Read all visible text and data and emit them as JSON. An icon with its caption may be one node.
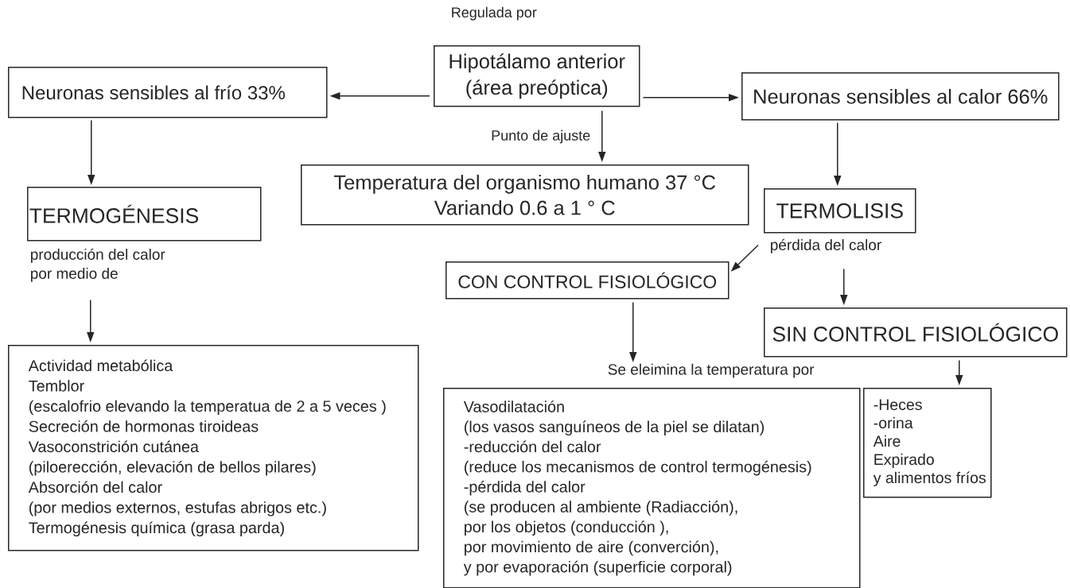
{
  "diagram": {
    "nodes": [
      {
        "text": [
          "Hipotálamo anterior",
          "(área preóptica)"
        ]
      },
      {
        "text": [
          "Neuronas sensibles al frío 33%"
        ]
      },
      {
        "text": [
          "Neuronas sensibles al calor 66%"
        ]
      },
      {
        "text": [
          "Temperatura del organismo humano 37 °C",
          "Variando 0.6 a 1 ° C"
        ]
      },
      {
        "text": [
          "TERMOGÉNESIS"
        ],
        "beside": [
          "producción del calor por medio de"
        ]
      },
      {
        "text": [
          "TERMOLISIS"
        ],
        "beside": [
          "pérdida del calor"
        ]
      },
      {
        "text": [
          "CON CONTROL FISIOLÓGICO"
        ]
      },
      {
        "text": [
          "SIN CONTROL FISIOLÓGICO"
        ]
      },
      {
        "text": [
          "Actividad metabólica",
          "Temblor",
          "(escalofrio elevando la temperatua de 2 a 5 veces )",
          "Secreción de hormonas tiroideas",
          "Vasoconstrición cutánea",
          "(piloerección, elevación de bellos pilares)",
          "Absorción del calor",
          "(por medios externos, estufas abrigos etc.)",
          "Termogénesis química (grasa parda)"
        ]
      },
      {
        "text": [
          "Vasodilatación",
          "(los vasos sanguíneos de la piel se dilatan)",
          "-reducción del calor",
          "(reduce los mecanismos de control termogénesis)",
          "-pérdida del calor",
          "(se producen al ambiente (Radiacción),",
          "por los objetos (conducción ),",
          "por movimiento de aire (converción),",
          "y por evaporación (superficie corporal)"
        ],
        "beside": [
          "Se eleimina la temperatura por"
        ]
      },
      {
        "text": [
          "-Heces",
          "-orina",
          "Aire",
          "Expirado",
          "y alimentos fríos"
        ]
      }
    ],
    "edges": [
      {
        "from": 0,
        "to": 1,
        "arrow": "to"
      },
      {
        "from": 0,
        "to": 2,
        "arrow": "to"
      },
      {
        "from": 0,
        "to": 3,
        "arrow": "to",
        "label": "Punto de ajuste"
      },
      {
        "from": 1,
        "to": 4,
        "arrow": "to"
      },
      {
        "from": 2,
        "to": 5,
        "arrow": "to"
      },
      {
        "from": 4,
        "to": 8,
        "arrow": "to"
      },
      {
        "from": 5,
        "to": 6,
        "arrow": "to"
      },
      {
        "from": 5,
        "to": 7,
        "arrow": "to"
      },
      {
        "from": 6,
        "to": 9,
        "arrow": "to"
      },
      {
        "from": 7,
        "to": 10,
        "arrow": "to"
      }
    ],
    "labels": [
      "Regulada por"
    ]
  }
}
